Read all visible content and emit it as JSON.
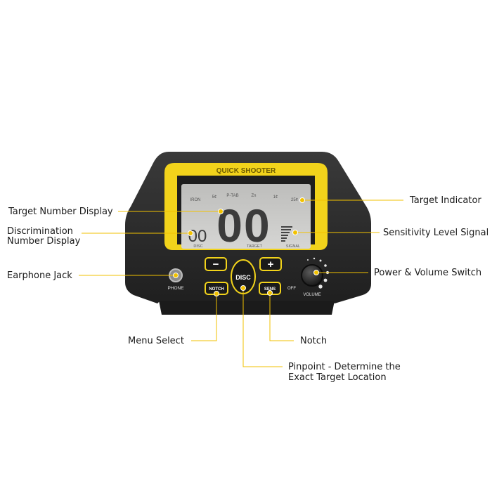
{
  "device": {
    "brand": "QUICK SHOOTER",
    "lcd": {
      "top_labels": [
        "IRON",
        "5¢",
        "P-TAB",
        "Zn",
        "1¢",
        "25¢"
      ],
      "target_digits": "00",
      "disc_digits": "00",
      "disc_caption": "DISC",
      "target_caption": "TARGET",
      "signal_caption": "SIGNAL"
    },
    "buttons": {
      "minus": "−",
      "plus": "+",
      "disc": "DISC",
      "notch": "NOTCH",
      "sens": "SENS"
    },
    "jack_label": "PHONE",
    "knob_off_label": "OFF",
    "knob_volume_label": "VOLUME"
  },
  "callouts": {
    "target_number_display": "Target Number Display",
    "discrimination_display_line1": "Discrimination",
    "discrimination_display_line2": "Number Display",
    "earphone_jack": "Earphone Jack",
    "target_indicator": "Target Indicator",
    "sensitivity_level_signal": "Sensitivity Level Signal",
    "power_volume_switch": "Power & Volume Switch",
    "menu_select": "Menu Select",
    "notch": "Notch",
    "pinpoint_line1": "Pinpoint - Determine the",
    "pinpoint_line2": "Exact Target Location"
  },
  "colors": {
    "body": "#2b2b2b",
    "accent_yellow": "#f2d31b",
    "lcd_background": "#c9c9c7",
    "leader_line": "#f2c200"
  }
}
